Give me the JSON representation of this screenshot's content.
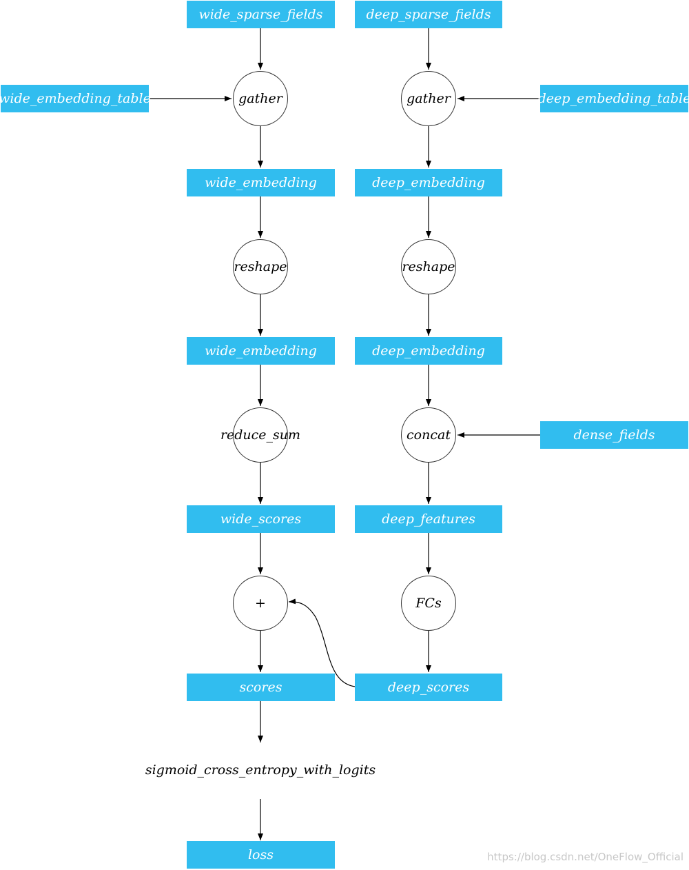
{
  "nodes": {
    "wide_sparse_fields": "wide_sparse_fields",
    "deep_sparse_fields": "deep_sparse_fields",
    "wide_embedding_table": "wide_embedding_table",
    "deep_embedding_table": "deep_embedding_table",
    "gather_wide": "gather",
    "gather_deep": "gather",
    "wide_embedding_1": "wide_embedding",
    "deep_embedding_1": "deep_embedding",
    "reshape_wide": "reshape",
    "reshape_deep": "reshape",
    "wide_embedding_2": "wide_embedding",
    "deep_embedding_2": "deep_embedding",
    "reduce_sum": "reduce_sum",
    "concat": "concat",
    "dense_fields": "dense_fields",
    "wide_scores": "wide_scores",
    "deep_features": "deep_features",
    "plus": "+",
    "fcs": "FCs",
    "scores": "scores",
    "deep_scores": "deep_scores",
    "sigmoid": "sigmoid_cross_entropy_with_logits",
    "loss": "loss"
  },
  "colors": {
    "tensor_fill": "#31bdef",
    "tensor_text": "#ffffff",
    "edge": "#000000"
  },
  "watermark": "https://blog.csdn.net/OneFlow_Official"
}
